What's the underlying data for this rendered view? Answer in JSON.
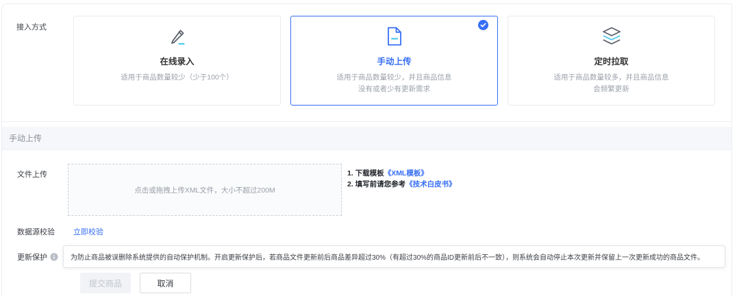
{
  "colors": {
    "accent_blue": "#366ef4",
    "icon_cyan": "#4dc9ec",
    "icon_gray": "#5a6069"
  },
  "access": {
    "label": "接入方式",
    "cards": [
      {
        "icon": "pencil-icon",
        "title": "在线录入",
        "desc1": "适用于商品数量较少（少于100个）",
        "selected": false
      },
      {
        "icon": "document-icon",
        "title": "手动上传",
        "desc1": "适用于商品数量较少，并且商品信息",
        "desc2": "没有或者少有更新需求",
        "selected": true
      },
      {
        "icon": "layers-icon",
        "title": "定时拉取",
        "desc1": "适用于商品数量较多，并且商品信息",
        "desc2": "会频繁更新",
        "selected": false
      }
    ]
  },
  "manual": {
    "header": "手动上传",
    "file_row": {
      "label": "文件上传",
      "dropzone": "点击或拖拽上传XML文件，大小不超过200M",
      "step1_prefix": "1. 下载模板",
      "step1_link": "《XML模板》",
      "step2_prefix": "2. 填写前请您参考",
      "step2_link": "《技术白皮书》"
    },
    "validate_row": {
      "label": "数据源校验",
      "link": "立即校验"
    },
    "protect_row": {
      "label": "更新保护",
      "tooltip": "为防止商品被误删除系统提供的自动保护机制。开启更新保护后，若商品文件更新前后商品差异超过30%（有超过30%的商品ID更新前后不一致），则系统会自动停止本次更新并保留上一次更新成功的商品文件。"
    },
    "actions": {
      "submit": "提交商品",
      "cancel": "取消"
    }
  }
}
